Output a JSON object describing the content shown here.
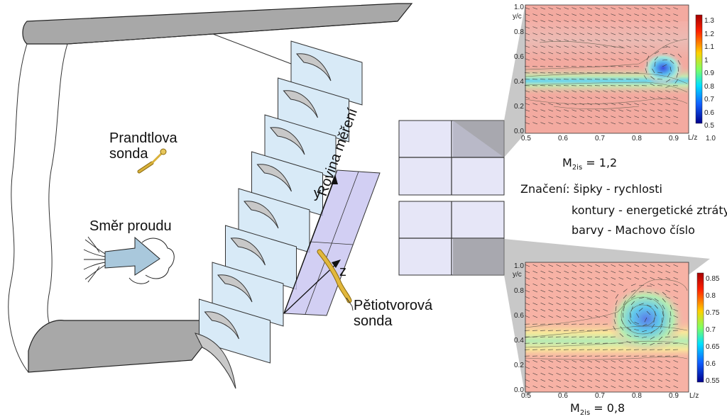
{
  "labels": {
    "prandtl": [
      "Prandtlova",
      "sonda"
    ],
    "flow_direction": "Směr proudu",
    "five_hole": [
      "Pětiotvorová",
      "sonda"
    ],
    "measurement_plane": "Rovina měření",
    "axis_y": "y",
    "axis_z": "z"
  },
  "legend": {
    "title": "Značení:",
    "arrows": "šipky - rychlosti",
    "contours": "kontury - energetické ztráty",
    "colors": "barvy - Machovo číslo"
  },
  "charts": [
    {
      "mach_base": "M",
      "mach_sub": "2is",
      "mach_value": "= 1,2",
      "ylabel": "y/c",
      "xlabel": "L/z",
      "xticks": [
        "0.5",
        "0.6",
        "0.7",
        "0.8",
        "0.9",
        "1.0"
      ],
      "yticks": [
        "0.0",
        "0.2",
        "0.4",
        "0.6",
        "0.8",
        "1.0"
      ],
      "colorbar_ticks": [
        "1.3",
        "1.2",
        "1.1",
        "1",
        "0.9",
        "0.8",
        "0.7",
        "0.6",
        "0.5"
      ]
    },
    {
      "mach_base": "M",
      "mach_sub": "2is",
      "mach_value": "= 0,8",
      "ylabel": "y/c",
      "xlabel": "L/z",
      "xticks": [
        "0.5",
        "0.6",
        "0.7",
        "0.8",
        "0.9"
      ],
      "yticks": [
        "0.0",
        "0.2",
        "0.4",
        "0.6",
        "0.8",
        "1.0"
      ],
      "colorbar_ticks": [
        "0.85",
        "0.8",
        "0.75",
        "0.7",
        "0.65",
        "0.6",
        "0.55"
      ]
    }
  ],
  "colors": {
    "tunnel_wall": "#a8a8a8",
    "blade_panel": "#d8eaf7",
    "blade_profile": "#c8c8c8",
    "measurement_plane": "#c7c3f0",
    "probe": "#d9b13a",
    "grid_box": "#e6e6f7",
    "grid_box_dark": "#b9b9c8",
    "flow_arrow": "#a9c8dc"
  }
}
